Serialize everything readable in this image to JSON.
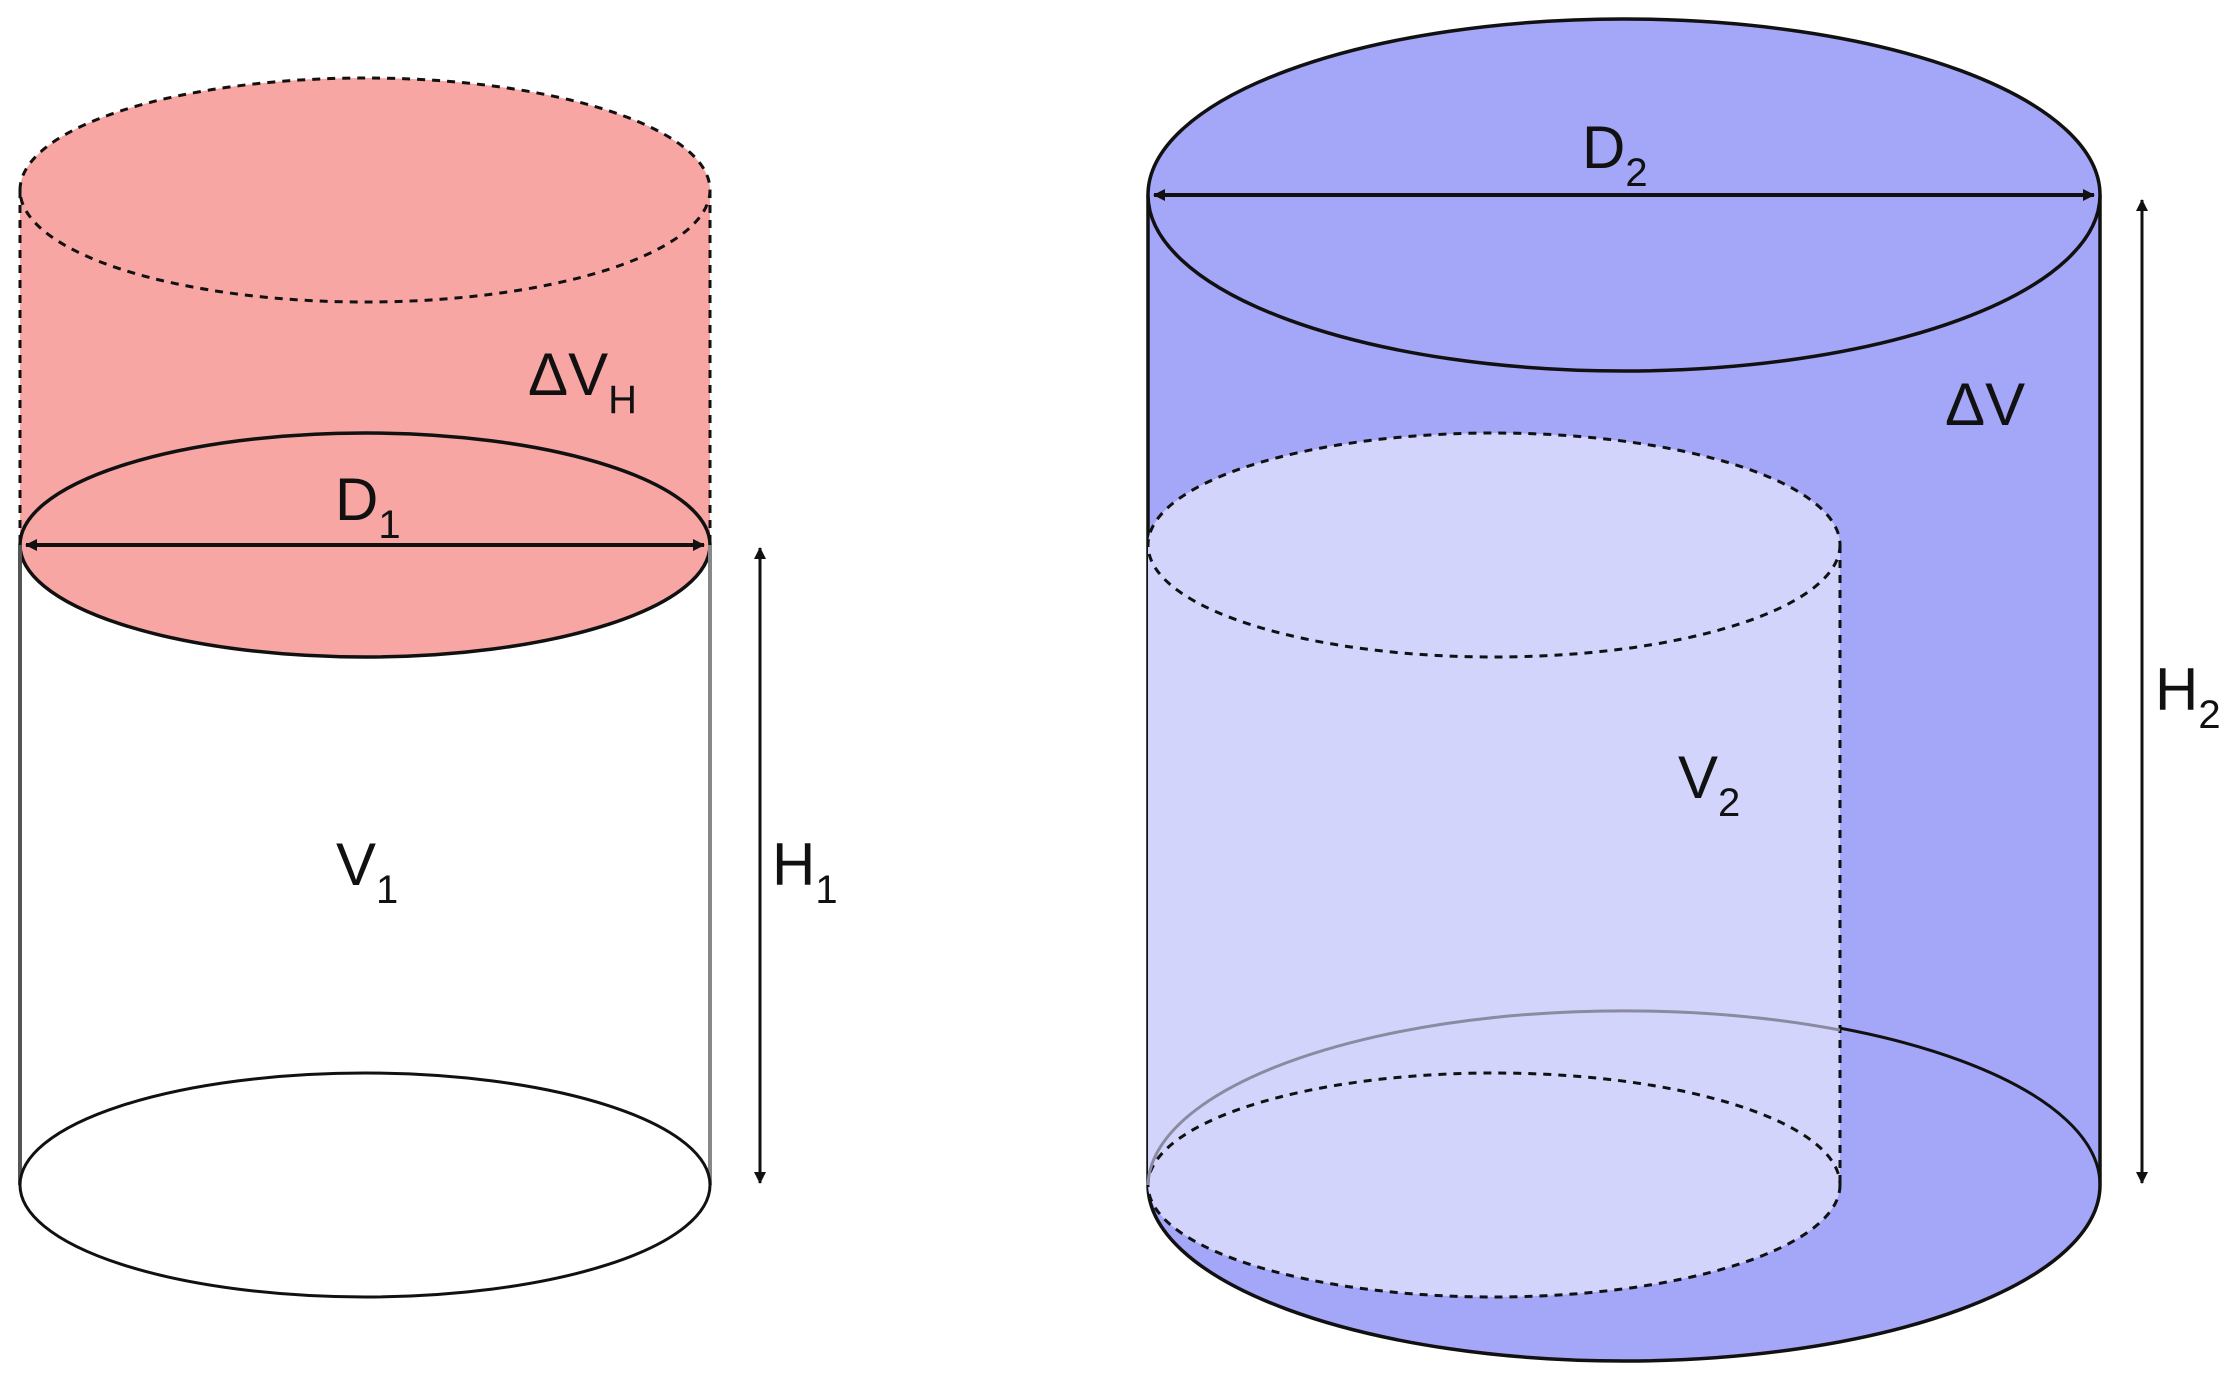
{
  "colors": {
    "background": "#ffffff",
    "red_fill": "#f7a6a4",
    "blue_fill": "#a4a6f7",
    "light_blue_fill": "#d3d4fb",
    "stroke": "#111111"
  },
  "left_cylinder": {
    "top_volume": {
      "main": "ΔV",
      "sub": "H"
    },
    "diameter": {
      "main": "D",
      "sub": "1"
    },
    "volume": {
      "main": "V",
      "sub": "1"
    },
    "height": {
      "main": "H",
      "sub": "1"
    }
  },
  "right_cylinder": {
    "diameter": {
      "main": "D",
      "sub": "2"
    },
    "delta_volume": {
      "main": "ΔV",
      "sub": ""
    },
    "volume": {
      "main": "V",
      "sub": "2"
    },
    "height": {
      "main": "H",
      "sub": "2"
    }
  }
}
